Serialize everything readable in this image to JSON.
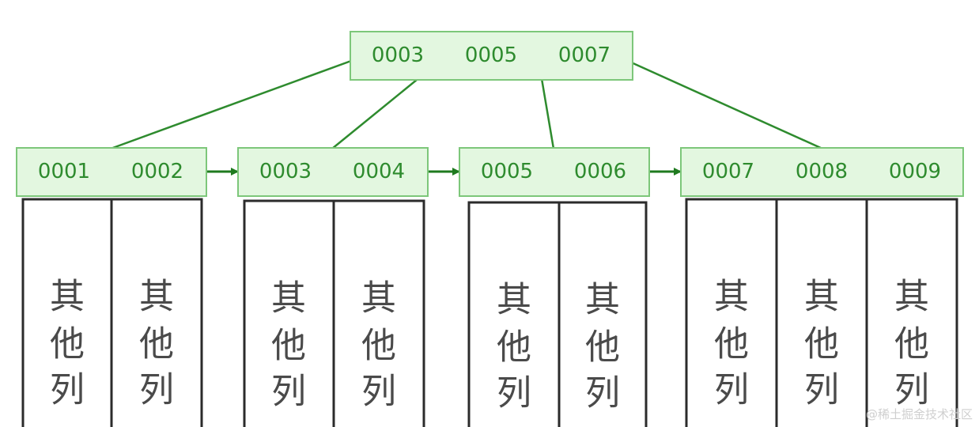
{
  "root": {
    "keys": [
      "0003",
      "0005",
      "0007"
    ]
  },
  "leaves": [
    {
      "keys": [
        "0001",
        "0002"
      ]
    },
    {
      "keys": [
        "0003",
        "0004"
      ]
    },
    {
      "keys": [
        "0005",
        "0006"
      ]
    },
    {
      "keys": [
        "0007",
        "0008",
        "0009"
      ]
    }
  ],
  "cell_chars": [
    "其",
    "他",
    "列"
  ],
  "watermark": "@稀土掘金技术社区",
  "colors": {
    "node_fill": "#e3f7e0",
    "node_stroke": "#7dc77a",
    "line": "#2e8b2e",
    "key_text": "#2e8b2e",
    "column_border": "#2b2b2b",
    "cell_text": "#4a4a4a"
  }
}
